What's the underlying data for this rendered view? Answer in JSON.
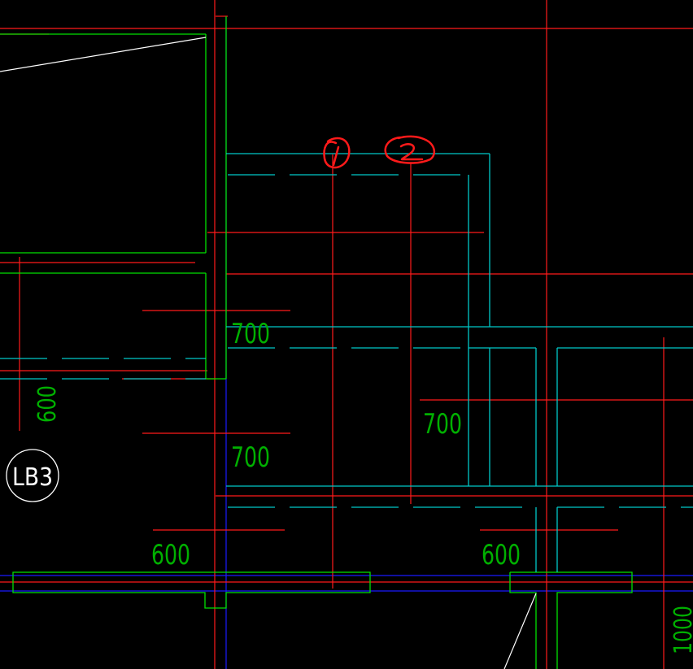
{
  "drawing": {
    "dimensions": {
      "d700_a": "700",
      "d700_b": "700",
      "d700_c": "700",
      "d600_vertical": "600",
      "d600_a": "600",
      "d600_b": "600",
      "d1000_vertical": "1000"
    },
    "labels": {
      "beam_tag": "LB3"
    },
    "colors": {
      "background": "#000000",
      "axis": "#ff1a1a",
      "wall": "#00e000",
      "beam": "#00c8c8",
      "annotation": "#ffffff",
      "rebar": "#1a1aff"
    }
  }
}
